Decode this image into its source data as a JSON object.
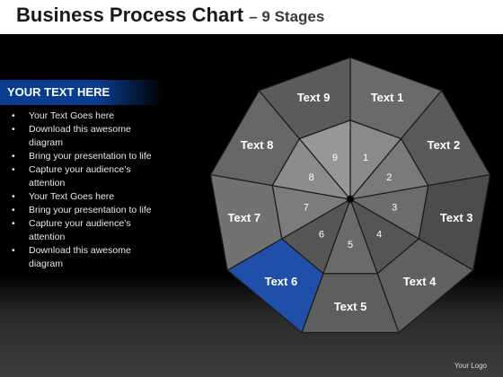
{
  "header": {
    "title": "Business Process Chart",
    "subtitle": "– 9 Stages"
  },
  "sidebar": {
    "heading": "YOUR TEXT HERE",
    "bullets": [
      "Your Text Goes here",
      "Download this awesome diagram",
      "Bring your presentation to life",
      "Capture your audience’s attention",
      "Your Text Goes here",
      "Bring your presentation to life",
      "Capture your audience’s attention",
      "Download this awesome diagram"
    ]
  },
  "diagram": {
    "highlight_stage": 6,
    "highlight_color": "#1f4fa8",
    "stages": [
      {
        "label": "Text 1",
        "number": "1"
      },
      {
        "label": "Text 2",
        "number": "2"
      },
      {
        "label": "Text 3",
        "number": "3"
      },
      {
        "label": "Text 4",
        "number": "4"
      },
      {
        "label": "Text 5",
        "number": "5"
      },
      {
        "label": "Text 6",
        "number": "6"
      },
      {
        "label": "Text 7",
        "number": "7"
      },
      {
        "label": "Text 8",
        "number": "8"
      },
      {
        "label": "Text 9",
        "number": "9"
      }
    ]
  },
  "footer": {
    "logo": "Your Logo"
  }
}
